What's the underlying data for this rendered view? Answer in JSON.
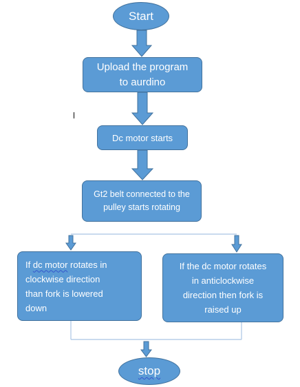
{
  "flowchart": {
    "start": "Start",
    "upload": "Upload the program\nto aurdino",
    "dc_motor_starts": "Dc motor starts",
    "belt": "Gt2 belt connected to the\npulley starts rotating",
    "left_branch": {
      "line1_prefix": "If ",
      "line1_misspelled": "dc  motor",
      "line1_suffix": " rotates in",
      "rest": "clockwise direction\nthan fork is lowered\ndown"
    },
    "right_branch": "If the dc motor rotates\nin anticlockwise\ndirection then fork is\nraised up",
    "stop": "stop"
  },
  "colors": {
    "node_fill": "#5b9bd5",
    "node_border": "#41719c",
    "arrow_fill": "#5b9bd5",
    "connector_line": "#a9c4e4",
    "spellcheck_underline": "#3355cc"
  }
}
